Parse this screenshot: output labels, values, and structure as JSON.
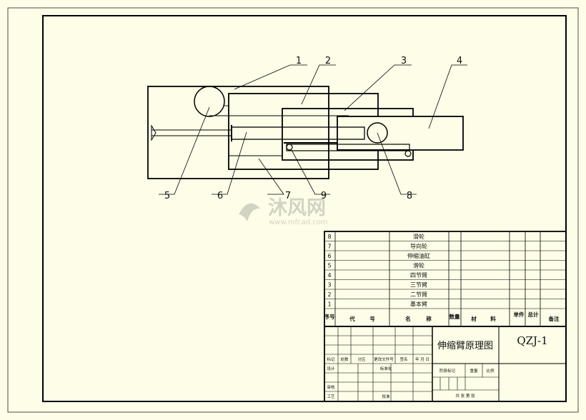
{
  "balloons": [
    "1",
    "2",
    "3",
    "4",
    "5",
    "6",
    "7",
    "8",
    "9"
  ],
  "parts_list": {
    "rows": [
      {
        "no": "8",
        "code": "",
        "name": "滑轮",
        "qty": "",
        "material": "",
        "unit": "",
        "total": "",
        "remark": ""
      },
      {
        "no": "7",
        "code": "",
        "name": "导向轮",
        "qty": "",
        "material": "",
        "unit": "",
        "total": "",
        "remark": ""
      },
      {
        "no": "6",
        "code": "",
        "name": "伸缩油缸",
        "qty": "",
        "material": "",
        "unit": "",
        "total": "",
        "remark": ""
      },
      {
        "no": "5",
        "code": "",
        "name": "滑轮",
        "qty": "",
        "material": "",
        "unit": "",
        "total": "",
        "remark": ""
      },
      {
        "no": "4",
        "code": "",
        "name": "四节臂",
        "qty": "",
        "material": "",
        "unit": "",
        "total": "",
        "remark": ""
      },
      {
        "no": "3",
        "code": "",
        "name": "三节臂",
        "qty": "",
        "material": "",
        "unit": "",
        "total": "",
        "remark": ""
      },
      {
        "no": "2",
        "code": "",
        "name": "二节臂",
        "qty": "",
        "material": "",
        "unit": "",
        "total": "",
        "remark": ""
      },
      {
        "no": "1",
        "code": "",
        "name": "基本臂",
        "qty": "",
        "material": "",
        "unit": "",
        "total": "",
        "remark": ""
      }
    ],
    "header": {
      "no": "序号",
      "code_1": "代",
      "code_2": "号",
      "name_1": "名",
      "name_2": "称",
      "qty": "数量",
      "material_1": "材",
      "material_2": "料",
      "unit": "单件",
      "total": "总计",
      "remark": "备注"
    }
  },
  "title_block": {
    "drawing_title": "伸缩臂原理图",
    "drawing_code": "QZJ-1",
    "revision_labels": [
      "标记",
      "处数",
      "分区",
      "更改文件号",
      "签名",
      "年 月 日"
    ],
    "sign_labels": [
      "设计",
      "标准化",
      "审核",
      "工艺",
      "批准"
    ],
    "stage_label": "阶段标记",
    "weight_label": "重量",
    "scale_label": "比例",
    "sheets_label": "共 张  第 张"
  },
  "watermark": {
    "brand": "沐风网",
    "url": "www.mfcad.com"
  }
}
